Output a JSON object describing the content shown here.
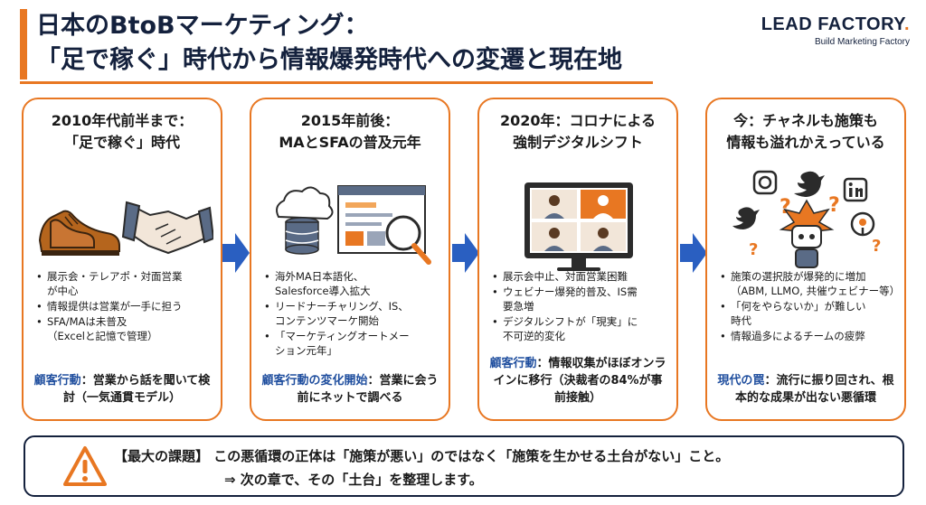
{
  "title": {
    "line1": "日本のBtoBマーケティング：",
    "line2": "「足で稼ぐ」時代から情報爆発時代への変遷と現在地"
  },
  "logo": {
    "main": "LEAD FACTORY",
    "dot": ".",
    "sub": "Build Marketing Factory"
  },
  "cards": [
    {
      "title": [
        "2010年代前半まで：",
        "「足で稼ぐ」時代"
      ],
      "bullets": [
        [
          "展示会・テレアポ・対面営業",
          "が中心"
        ],
        [
          "情報提供は営業が一手に担う"
        ],
        [
          "SFA/MAは未普及",
          "（Excelと記憶で管理）"
        ]
      ],
      "foot_accent": "顧客行動",
      "foot_rest": "：営業から話を聞いて検討（一気通貫モデル）"
    },
    {
      "title": [
        "2015年前後：",
        "MAとSFAの普及元年"
      ],
      "bullets": [
        [
          "海外MA日本語化、",
          "Salesforce導入拡大"
        ],
        [
          "リードナーチャリング、IS、",
          "コンテンツマーケ開始"
        ],
        [
          "「マーケティングオートメー",
          "ション元年」"
        ]
      ],
      "foot_accent": "顧客行動の変化開始",
      "foot_rest": "：営業に会う前にネットで調べる"
    },
    {
      "title": [
        "2020年：コロナによる",
        "強制デジタルシフト"
      ],
      "bullets": [
        [
          "展示会中止、対面営業困難"
        ],
        [
          "ウェビナー爆発的普及、IS需",
          "要急増"
        ],
        [
          "デジタルシフトが「現実」に",
          "不可逆的変化"
        ]
      ],
      "foot_accent": "顧客行動",
      "foot_rest": "：情報収集がほぼオンラインに移行（決裁者の84%が事前接触）"
    },
    {
      "title": [
        "今：チャネルも施策も",
        "情報も溢れかえっている"
      ],
      "bullets": [
        [
          "施策の選択肢が爆発的に増加",
          "（ABM, LLMO, 共催ウェビナー等）"
        ],
        [
          "「何をやらないか」が難しい",
          "時代"
        ],
        [
          "情報過多によるチームの疲弊"
        ]
      ],
      "foot_accent": "現代の罠",
      "foot_rest": "：流行に振り回され、根本的な成果が出ない悪循環"
    }
  ],
  "bottom": {
    "line1": "【最大の課題】 この悪循環の正体は「施策が悪い」のではなく「施策を生かせる土台がない」こと。",
    "line2": "⇒ 次の章で、その「土台」を整理します。"
  },
  "colors": {
    "accent_orange": "#e87722",
    "accent_blue": "#1f4e9e",
    "navy": "#14213d"
  },
  "icons": [
    "shoe-icon",
    "handshake-icon",
    "cloud-database-icon",
    "browser-window-icon",
    "magnifier-icon",
    "video-conference-monitor-icon",
    "robot-icon",
    "instagram-icon",
    "twitter-icon",
    "linkedin-icon",
    "question-mark-icon",
    "warning-icon"
  ]
}
